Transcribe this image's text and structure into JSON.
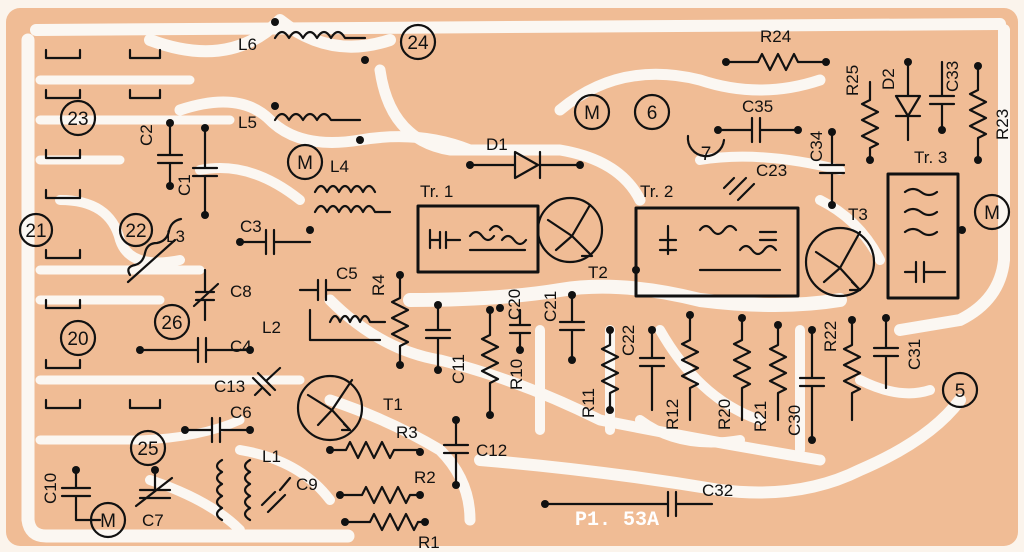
{
  "board": {
    "reference": "P1. 53A",
    "colors": {
      "substrate": "#f0bc95",
      "trace": "#fbf7f2",
      "ink": "#111111"
    }
  },
  "terminals": {
    "t24": "24",
    "t23": "23",
    "t22": "22",
    "t21": "21",
    "t20": "20",
    "t26": "26",
    "t25": "25",
    "t6": "6",
    "t7": "7",
    "t5": "5",
    "m_bottom": "M",
    "m_l4": "M",
    "m_top": "M",
    "m_right": "M"
  },
  "labels": {
    "L6": "L6",
    "L5": "L5",
    "L4": "L4",
    "L3": "L3",
    "L2": "L2",
    "L1": "L1",
    "C1": "C1",
    "C2": "C2",
    "C3": "C3",
    "C4": "C4",
    "C5": "C5",
    "C6": "C6",
    "C7": "C7",
    "C8": "C8",
    "C9": "C9",
    "C10": "C10",
    "C11": "C11",
    "C12": "C12",
    "C13": "C13",
    "C20": "C20",
    "C21": "C21",
    "C22": "C22",
    "C23": "C23",
    "C30": "C30",
    "C31": "C31",
    "C32": "C32",
    "C33": "C33",
    "C34": "C34",
    "C35": "C35",
    "R1": "R1",
    "R2": "R2",
    "R3": "R3",
    "R4": "R4",
    "R10": "R10",
    "R11": "R11",
    "R12": "R12",
    "R20": "R20",
    "R21": "R21",
    "R22": "R22",
    "R23": "R23",
    "R24": "R24",
    "R25": "R25",
    "D1": "D1",
    "D2": "D2",
    "T1": "T1",
    "T2": "T2",
    "T3": "T3",
    "Tr1": "Tr. 1",
    "Tr2": "Tr. 2",
    "Tr3": "Tr. 3"
  }
}
